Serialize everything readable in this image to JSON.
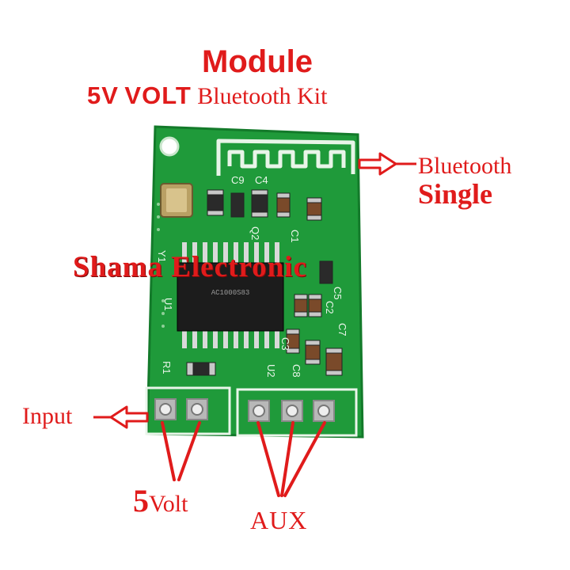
{
  "title": "Module",
  "subtitle": {
    "voltage": "5V",
    "volt_word": "VOLT",
    "rest": "Bluetooth  Kit"
  },
  "labels": {
    "bluetooth": "Bluetooth",
    "single": "Single",
    "watermark": "Shama Electronic",
    "input": "Input",
    "five": "5",
    "volt": "Volt",
    "aux": "AUX"
  },
  "silkscreen": [
    "C9",
    "C4",
    "Y1",
    "Q2",
    "C1",
    "U1",
    "C5",
    "C2",
    "C7",
    "C3",
    "C8",
    "R1",
    "U2"
  ],
  "chip_marking": "AC1000S83",
  "colors": {
    "annotation": "#e01b1b",
    "pcb": "#1f9a3a",
    "pcb_dark": "#137a2a",
    "silk": "#eaf5ea"
  }
}
